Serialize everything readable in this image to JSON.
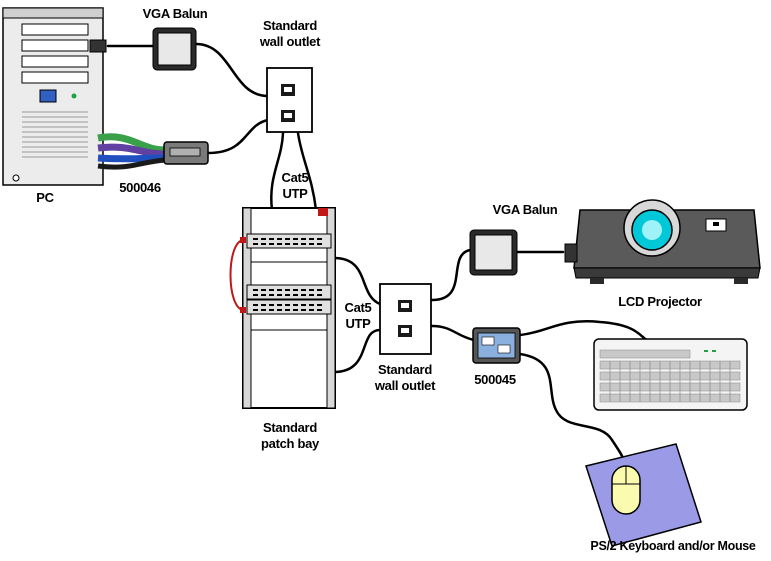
{
  "labels": {
    "vga_balun_top": "VGA Balun",
    "wall_outlet_top_line1": "Standard",
    "wall_outlet_top_line2": "wall outlet",
    "pc": "PC",
    "part_500046": "500046",
    "cat5_top_line1": "Cat5",
    "cat5_top_line2": "UTP",
    "vga_balun_right": "VGA Balun",
    "lcd_projector": "LCD Projector",
    "cat5_mid_line1": "Cat5",
    "cat5_mid_line2": "UTP",
    "wall_outlet_mid_line1": "Standard",
    "wall_outlet_mid_line2": "wall outlet",
    "part_500045": "500045",
    "patch_bay_line1": "Standard",
    "patch_bay_line2": "patch bay",
    "ps2": "PS/2 Keyboard and/or Mouse"
  },
  "colors": {
    "outline": "#000000",
    "device_gray": "#d9d9d9",
    "dark_gray": "#4a4a4a",
    "projector_body": "#5a5a5a",
    "lens_cyan": "#00c8d8",
    "mousepad_purple": "#9a9ae6",
    "mouse_yellow": "#fbfbb0",
    "patch_red": "#c01818",
    "cable_green": "#3aa04a",
    "cable_purple": "#6040a0",
    "cable_blue": "#2050c0"
  }
}
